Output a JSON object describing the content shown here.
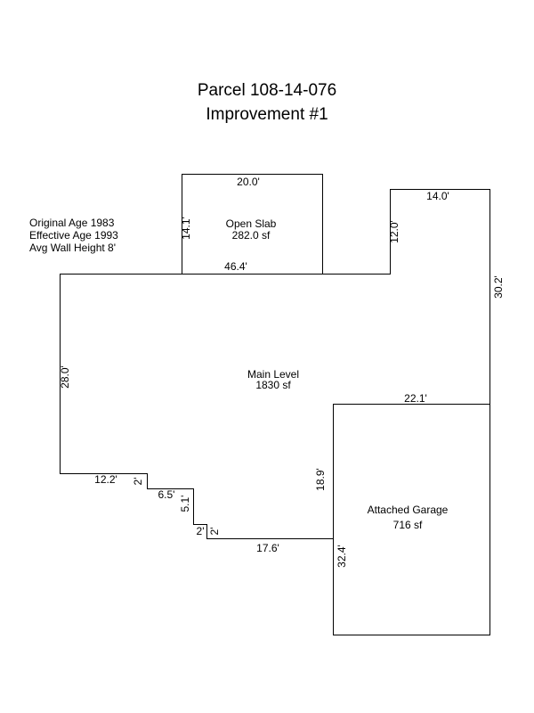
{
  "title": {
    "line1": "Parcel 108-14-076",
    "line2": "Improvement #1"
  },
  "info": {
    "original_age": "Original Age 1983",
    "effective_age": "Effective Age 1993",
    "wall_height": "Avg Wall Height 8'"
  },
  "areas": {
    "open_slab": {
      "name": "Open Slab",
      "size": "282.0 sf"
    },
    "main_level": {
      "name": "Main Level",
      "size": "1830 sf"
    },
    "garage": {
      "name": "Attached Garage",
      "size": "716 sf"
    }
  },
  "dimensions": {
    "slab_top": "20.0'",
    "slab_left": "14.1'",
    "slab_bottom": "46.4'",
    "top_right_top": "14.0'",
    "top_right_left": "12.0'",
    "right_upper": "30.2'",
    "main_left": "28.0'",
    "garage_top": "22.1'",
    "garage_left_upper": "18.9'",
    "garage_left_lower": "32.4'",
    "step_12_2": "12.2'",
    "step_2a": "2'",
    "step_6_5": "6.5'",
    "step_5_1": "5.1'",
    "step_2b": "2'",
    "step_2c": "2'",
    "step_17_6": "17.6'"
  }
}
